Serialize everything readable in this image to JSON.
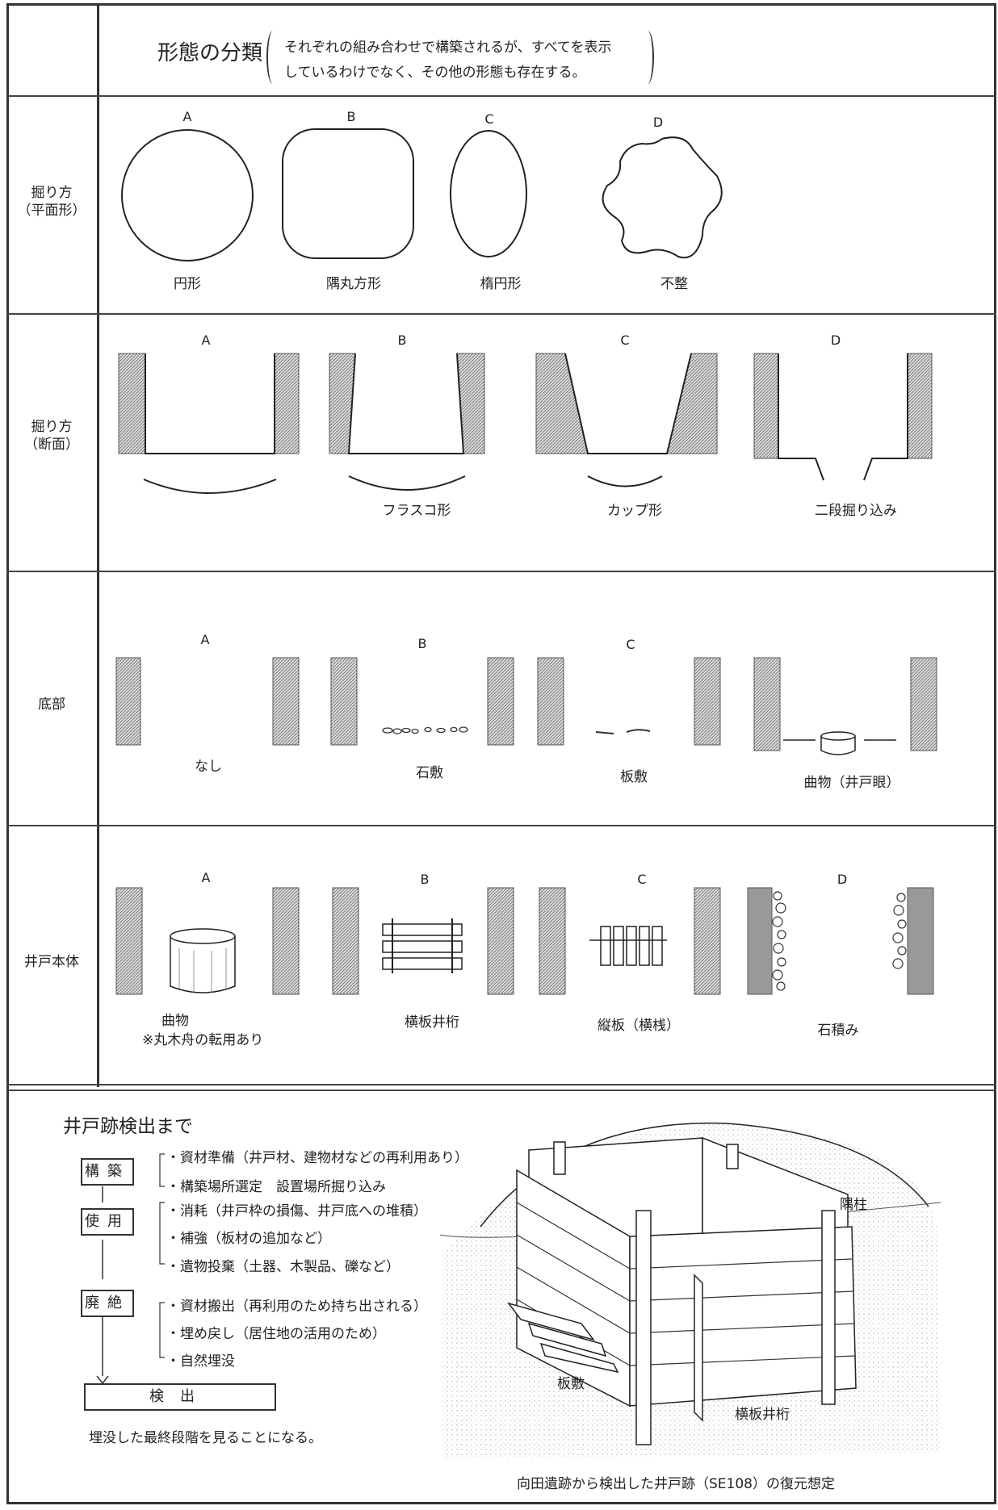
{
  "header": {
    "title": "形態の分類",
    "note_line1": "それぞれの組み合わせで構築されるが、すべてを表示",
    "note_line2": "しているわけでなく、その他の形態も存在する。"
  },
  "rows": {
    "plan": {
      "label": "掘り方\n（平面形）",
      "letters": [
        "A",
        "B",
        "C",
        "D"
      ],
      "names": [
        "円形",
        "隅丸方形",
        "楕円形",
        "不整"
      ]
    },
    "section": {
      "label": "掘り方\n（断面）",
      "letters": [
        "A",
        "B",
        "C",
        "D"
      ],
      "names": [
        "",
        "フラスコ形",
        "カップ形",
        "二段掘り込み"
      ]
    },
    "bottom": {
      "label": "底部",
      "letters": [
        "A",
        "B",
        "C"
      ],
      "names": [
        "なし",
        "石敷",
        "板敷",
        "曲物（井戸眼）"
      ]
    },
    "body": {
      "label": "井戸本体",
      "letters": [
        "A",
        "B",
        "C",
        "D"
      ],
      "names": [
        "曲物",
        "横板井桁",
        "縦板（横桟）",
        "石積み"
      ],
      "note_a": "※丸木舟の転用あり"
    }
  },
  "process": {
    "title": "井戸跡検出まで",
    "stages": [
      {
        "label": "構築",
        "items": [
          "・資材準備（井戸材、建物材などの再利用あり）",
          "・構築場所選定　設置場所掘り込み"
        ]
      },
      {
        "label": "使用",
        "items": [
          "・消耗（井戸枠の損傷、井戸底への堆積）",
          "・補強（板材の追加など）",
          "・遺物投棄（土器、木製品、礫など）"
        ]
      },
      {
        "label": "廃絶",
        "items": [
          "・資材搬出（再利用のため持ち出される）",
          "・埋め戻し（居住地の活用のため）",
          "・自然埋没"
        ]
      }
    ],
    "final_label": "検出",
    "footer": "埋没した最終段階を見ることになる。"
  },
  "illustration": {
    "label_corner_post": "隅柱",
    "label_floor": "板敷",
    "label_frame": "横板井桁",
    "caption": "向田遺跡から検出した井戸跡（SE108）の復元想定"
  }
}
